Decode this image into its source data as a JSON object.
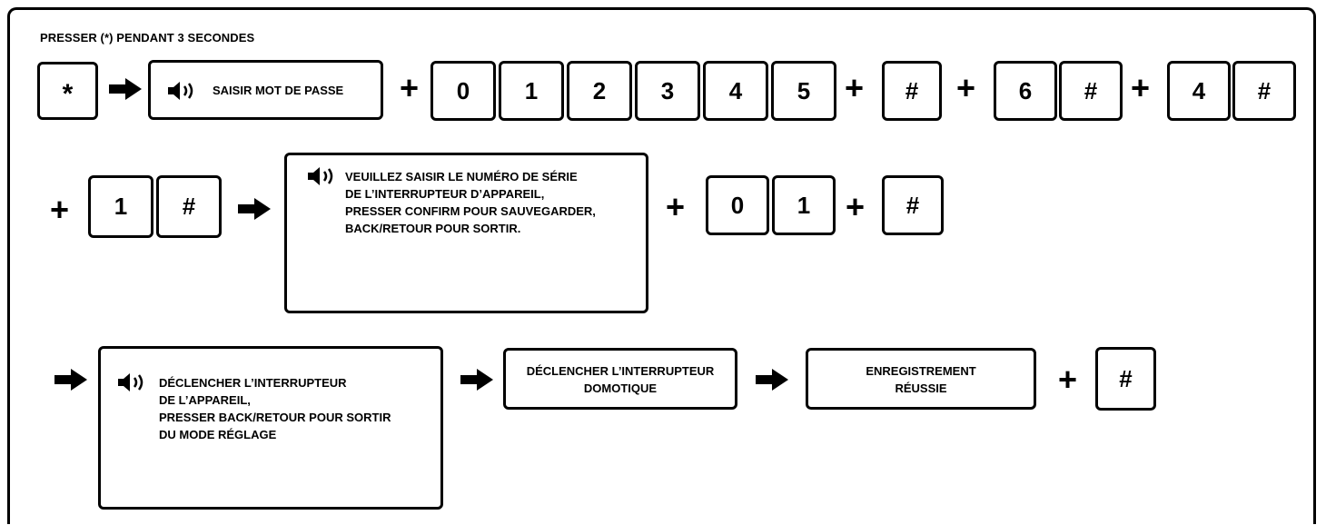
{
  "header": {
    "title": "PRESSER (*) PENDANT 3 SECONDES"
  },
  "row1": {
    "star_key": "*",
    "password_prompt": "SAISIR MOT DE PASSE",
    "password_keys": [
      "0",
      "1",
      "2",
      "3",
      "4",
      "5"
    ],
    "hash_key": "#",
    "menu_key_6": "6",
    "hash_key_2": "#",
    "menu_key_4": "4",
    "hash_key_3": "#"
  },
  "row2": {
    "menu_key_1": "1",
    "hash_key": "#",
    "serial_prompt_lines": [
      "VEUILLEZ SAISIR LE NUMÉRO DE SÉRIE",
      "DE L’INTERRUPTEUR D’APPAREIL,",
      "PRESSER CONFIRM POUR SAUVEGARDER,",
      "BACK/RETOUR POUR SORTIR."
    ],
    "serial_keys": [
      "0",
      "1"
    ],
    "hash_key_2": "#"
  },
  "row3": {
    "trigger_prompt_lines": [
      "DÉCLENCHER L’INTERRUPTEUR",
      "DE L’APPAREIL,",
      "PRESSER BACK/RETOUR POUR SORTIR",
      "DU MODE RÉGLAGE"
    ],
    "trigger_domotic_lines": [
      "DÉCLENCHER L’INTERRUPTEUR",
      "DOMOTIQUE"
    ],
    "success_lines": [
      "ENREGISTREMENT",
      "RÉUSSIE"
    ],
    "hash_key": "#"
  },
  "symbols": {
    "plus": "+",
    "arrow_icon": "right-arrow-icon",
    "speaker_icon": "speaker-icon"
  },
  "colors": {
    "ink": "#000000",
    "background": "#ffffff"
  }
}
